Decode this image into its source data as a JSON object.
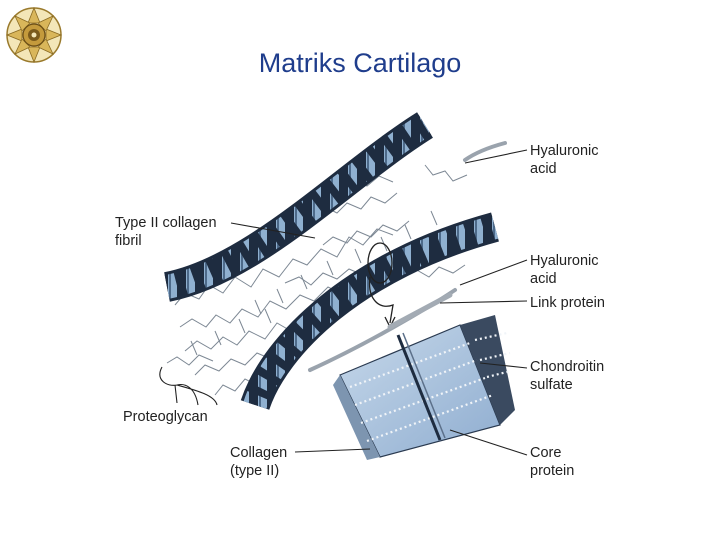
{
  "slide": {
    "title": "Matriks Cartilago"
  },
  "diagram": {
    "labels": {
      "hyaluronic_acid_top_line1": "Hyaluronic",
      "hyaluronic_acid_top_line2": "acid",
      "type2_collagen_line1": "Type II collagen",
      "type2_collagen_line2": "fibril",
      "hyaluronic_acid_mid_line1": "Hyaluronic",
      "hyaluronic_acid_mid_line2": "acid",
      "link_protein": "Link protein",
      "chondroitin_line1": "Chondroitin",
      "chondroitin_line2": "sulfate",
      "proteoglycan": "Proteoglycan",
      "collagen_line1": "Collagen",
      "collagen_line2": "(type II)",
      "core_protein_line1": "Core",
      "core_protein_line2": "protein"
    }
  },
  "icons": {
    "logo": "university-seal-icon"
  },
  "colors": {
    "title": "#1f3d8c",
    "fibril_dark": "#1e2c40",
    "fibril_light": "#8fb0d0",
    "block_face": "#a9c3de",
    "block_side": "#3a4a60"
  }
}
